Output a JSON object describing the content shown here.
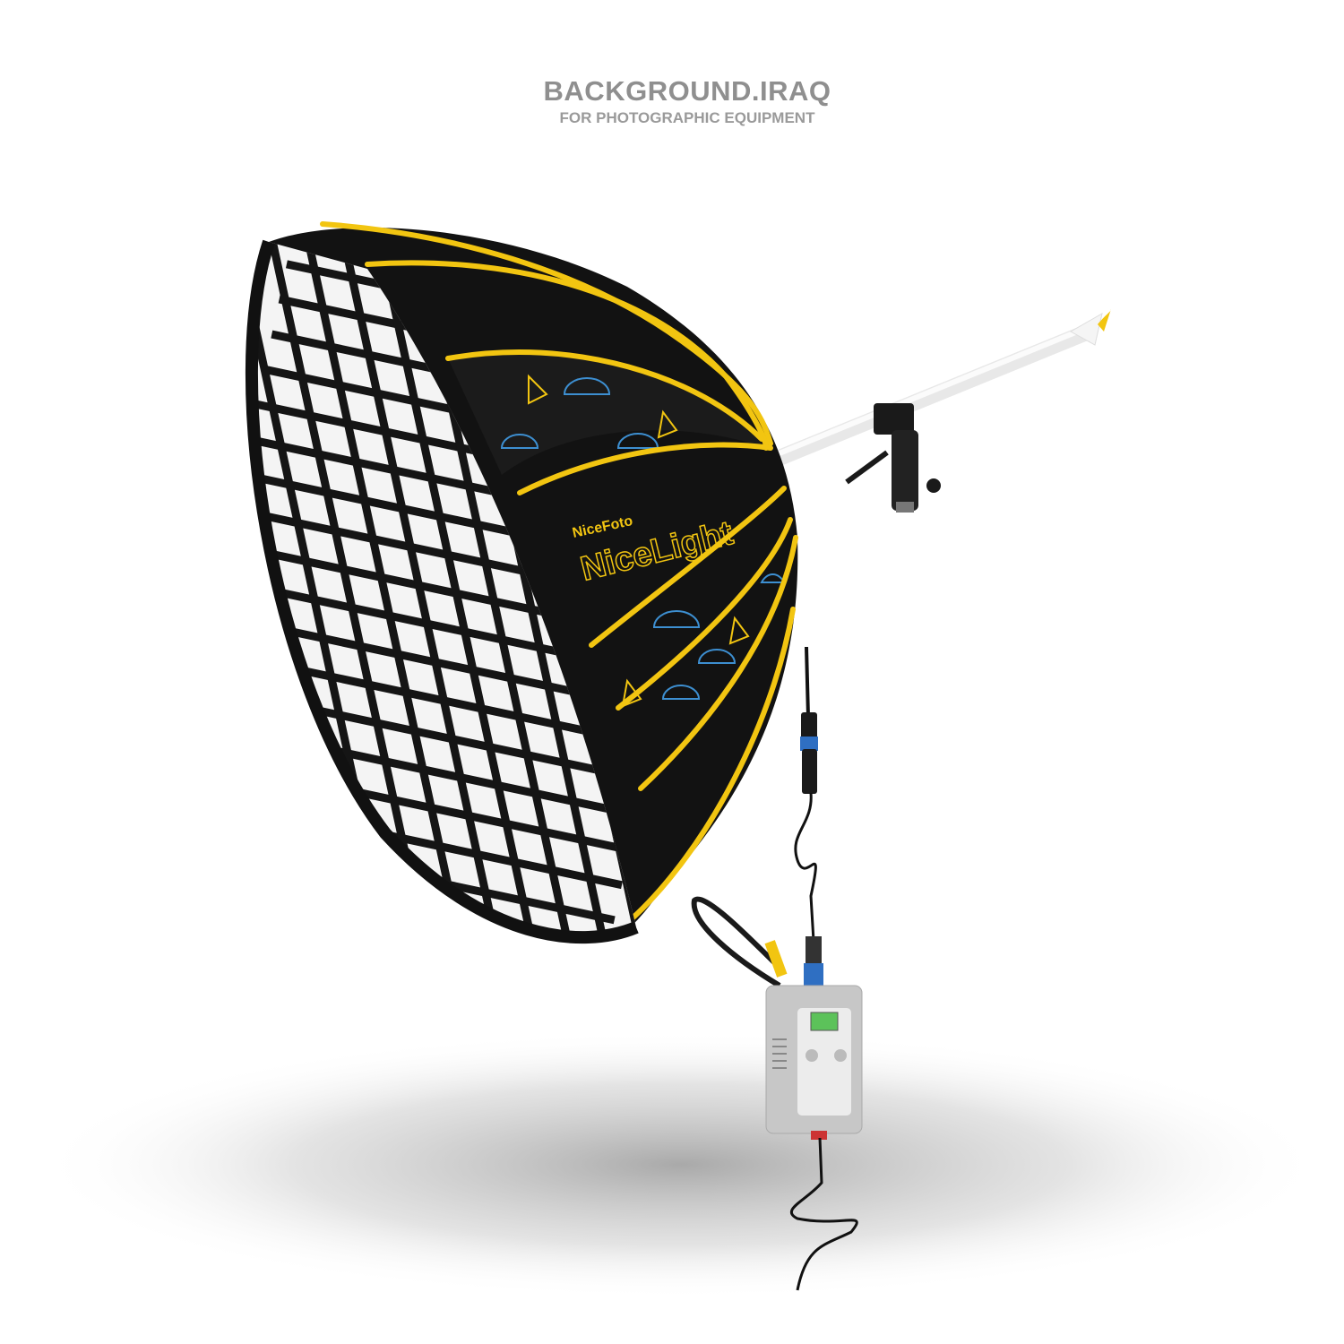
{
  "brand": {
    "title": "BACKGROUND.IRAQ",
    "subtitle": "FOR PHOTOGRAPHIC EQUIPMENT"
  },
  "product": {
    "maker_logo": "NiceFoto",
    "product_logo": "NiceLight",
    "colors": {
      "fabric": "#111111",
      "trim": "#f2c511",
      "pattern_blue": "#3d8fd1",
      "arm": "#f2f2f2",
      "controller": "#c9c9c9",
      "screen": "#5cc25a"
    }
  }
}
